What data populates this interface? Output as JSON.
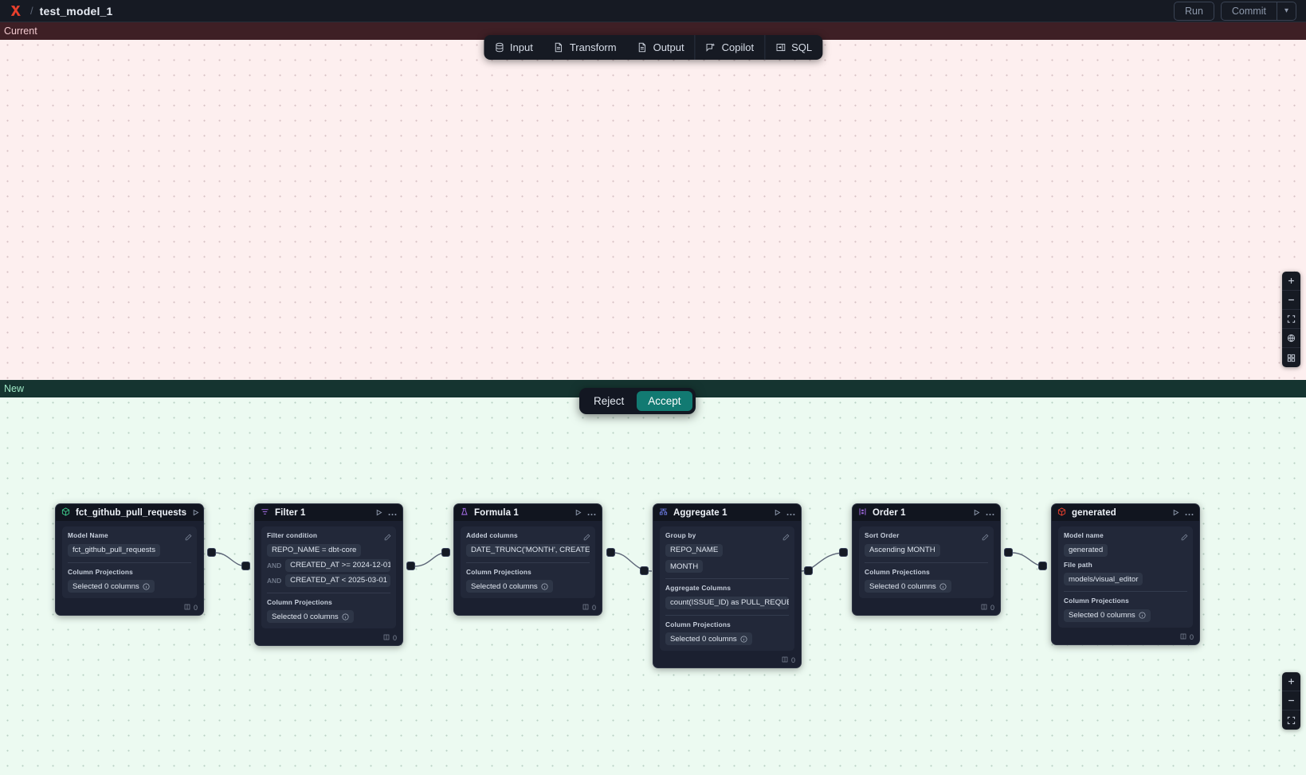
{
  "app": {
    "logo_icon": "app-logo-icon",
    "breadcrumb_separator": "/",
    "title": "test_model_1"
  },
  "topbar": {
    "run_label": "Run",
    "commit_label": "Commit",
    "commit_caret_icon": "chevron-down-icon"
  },
  "toolbar": {
    "items": [
      {
        "label": "Input",
        "icon": "database-icon"
      },
      {
        "label": "Transform",
        "icon": "document-icon"
      },
      {
        "label": "Output",
        "icon": "document-icon"
      },
      {
        "label": "Copilot",
        "icon": "copilot-sparkle-icon"
      },
      {
        "label": "SQL",
        "icon": "sql-panel-icon"
      }
    ]
  },
  "panes": {
    "current_label": "Current",
    "new_label": "New"
  },
  "decision": {
    "reject_label": "Reject",
    "accept_label": "Accept",
    "accept_color": "#127a72"
  },
  "zoom_controls_top": [
    {
      "icon": "plus-icon",
      "glyph": "+"
    },
    {
      "icon": "minus-icon",
      "glyph": "−"
    },
    {
      "icon": "fit-view-icon",
      "glyph": ""
    },
    {
      "icon": "lock-globe-icon",
      "glyph": ""
    },
    {
      "icon": "mini-map-icon",
      "glyph": ""
    }
  ],
  "zoom_controls_bottom": [
    {
      "icon": "plus-icon",
      "glyph": "+"
    },
    {
      "icon": "minus-icon",
      "glyph": "−"
    },
    {
      "icon": "fit-view-icon",
      "glyph": ""
    }
  ],
  "graph": {
    "nodes": [
      {
        "id": "source",
        "icon": "cube-green-icon",
        "title": "fct_github_pull_requests",
        "run_icon": "play-icon",
        "more_icon": "ellipsis-icon",
        "row_count": "0",
        "count_icon": "columns-icon",
        "fields": [
          {
            "label": "Model Name",
            "values": [
              "fct_github_pull_requests"
            ],
            "editable": true
          },
          {
            "label": "Column Projections",
            "values": [
              "Selected 0 columns"
            ],
            "info": true
          }
        ]
      },
      {
        "id": "filter",
        "icon": "filter-icon",
        "title": "Filter 1",
        "run_icon": "play-icon",
        "more_icon": "ellipsis-icon",
        "row_count": "0",
        "count_icon": "columns-icon",
        "fields": [
          {
            "label": "Filter condition",
            "values": [
              "REPO_NAME = dbt-core",
              "CREATED_AT >= 2024-12-01",
              "CREATED_AT < 2025-03-01"
            ],
            "conjunctions": [
              "",
              "AND",
              "AND"
            ],
            "editable": true
          },
          {
            "label": "Column Projections",
            "values": [
              "Selected 0 columns"
            ],
            "info": true
          }
        ]
      },
      {
        "id": "formula",
        "icon": "formula-icon",
        "title": "Formula 1",
        "run_icon": "play-icon",
        "more_icon": "ellipsis-icon",
        "row_count": "0",
        "count_icon": "columns-icon",
        "fields": [
          {
            "label": "Added columns",
            "values": [
              "DATE_TRUNC('MONTH', CREATED_AT..."
            ],
            "editable": true
          },
          {
            "label": "Column Projections",
            "values": [
              "Selected 0 columns"
            ],
            "info": true
          }
        ]
      },
      {
        "id": "aggregate",
        "icon": "aggregate-icon",
        "title": "Aggregate 1",
        "run_icon": "play-icon",
        "more_icon": "ellipsis-icon",
        "row_count": "0",
        "count_icon": "columns-icon",
        "fields": [
          {
            "label": "Group by",
            "values": [
              "REPO_NAME",
              "MONTH"
            ],
            "editable": true,
            "stacked": true
          },
          {
            "label": "Aggregate Columns",
            "values": [
              "count(ISSUE_ID) as PULL_REQUEST_..."
            ]
          },
          {
            "label": "Column Projections",
            "values": [
              "Selected 0 columns"
            ],
            "info": true
          }
        ]
      },
      {
        "id": "order",
        "icon": "order-icon",
        "title": "Order 1",
        "run_icon": "play-icon",
        "more_icon": "ellipsis-icon",
        "row_count": "0",
        "count_icon": "columns-icon",
        "fields": [
          {
            "label": "Sort Order",
            "values": [
              "Ascending MONTH"
            ],
            "editable": true
          },
          {
            "label": "Column Projections",
            "values": [
              "Selected 0 columns"
            ],
            "info": true
          }
        ]
      },
      {
        "id": "generated",
        "icon": "cube-red-icon",
        "title": "generated",
        "run_icon": "play-icon",
        "more_icon": "ellipsis-icon",
        "row_count": "0",
        "count_icon": "columns-icon",
        "fields": [
          {
            "label": "Model name",
            "values": [
              "generated"
            ],
            "editable": true
          },
          {
            "label": "File path",
            "values": [
              "models/visual_editor"
            ]
          },
          {
            "label": "Column Projections",
            "values": [
              "Selected 0 columns"
            ],
            "info": true
          }
        ]
      }
    ]
  }
}
